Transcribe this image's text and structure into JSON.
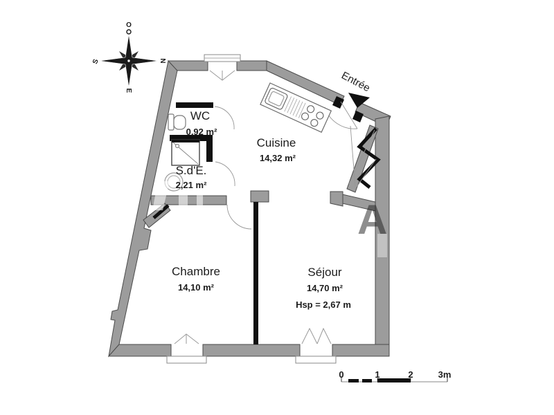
{
  "rooms": {
    "wc": {
      "label": "WC",
      "area": "0,92 m²"
    },
    "sde": {
      "label": "S.d'E.",
      "area": "2,21 m²"
    },
    "cuisine": {
      "label": "Cuisine",
      "area": "14,32 m²"
    },
    "chambre": {
      "label": "Chambre",
      "area": "14,10 m²"
    },
    "sejour": {
      "label": "Séjour",
      "area": "14,70 m²",
      "height_note": "Hsp = 2,67 m"
    }
  },
  "entry": {
    "label": "Entrée"
  },
  "compass": {
    "top": "O",
    "right": "N",
    "left": "S",
    "bottom": "E"
  },
  "scale_bar": {
    "ticks": [
      "0",
      "1",
      "2",
      "3m"
    ]
  },
  "colors": {
    "wall": "#9c9c9c",
    "wall_outline": "#4a4a4a",
    "partition": "#101010"
  }
}
